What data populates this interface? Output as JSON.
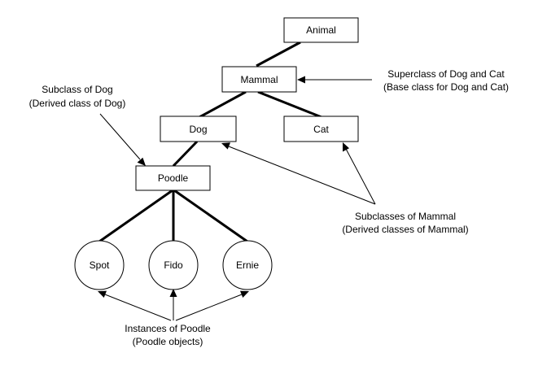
{
  "classes": {
    "animal": "Animal",
    "mammal": "Mammal",
    "dog": "Dog",
    "cat": "Cat",
    "poodle": "Poodle"
  },
  "instances": {
    "spot": "Spot",
    "fido": "Fido",
    "ernie": "Ernie"
  },
  "annotations": {
    "superclass": {
      "line1": "Superclass of Dog and Cat",
      "line2": "(Base class for Dog and Cat)"
    },
    "subclass_of_dog": {
      "line1": "Subclass of Dog",
      "line2": "(Derived class of Dog)"
    },
    "subclasses_of_mammal": {
      "line1": "Subclasses of Mammal",
      "line2": "(Derived classes of Mammal)"
    },
    "instances_of_poodle": {
      "line1": "Instances of Poodle",
      "line2": "(Poodle objects)"
    }
  }
}
